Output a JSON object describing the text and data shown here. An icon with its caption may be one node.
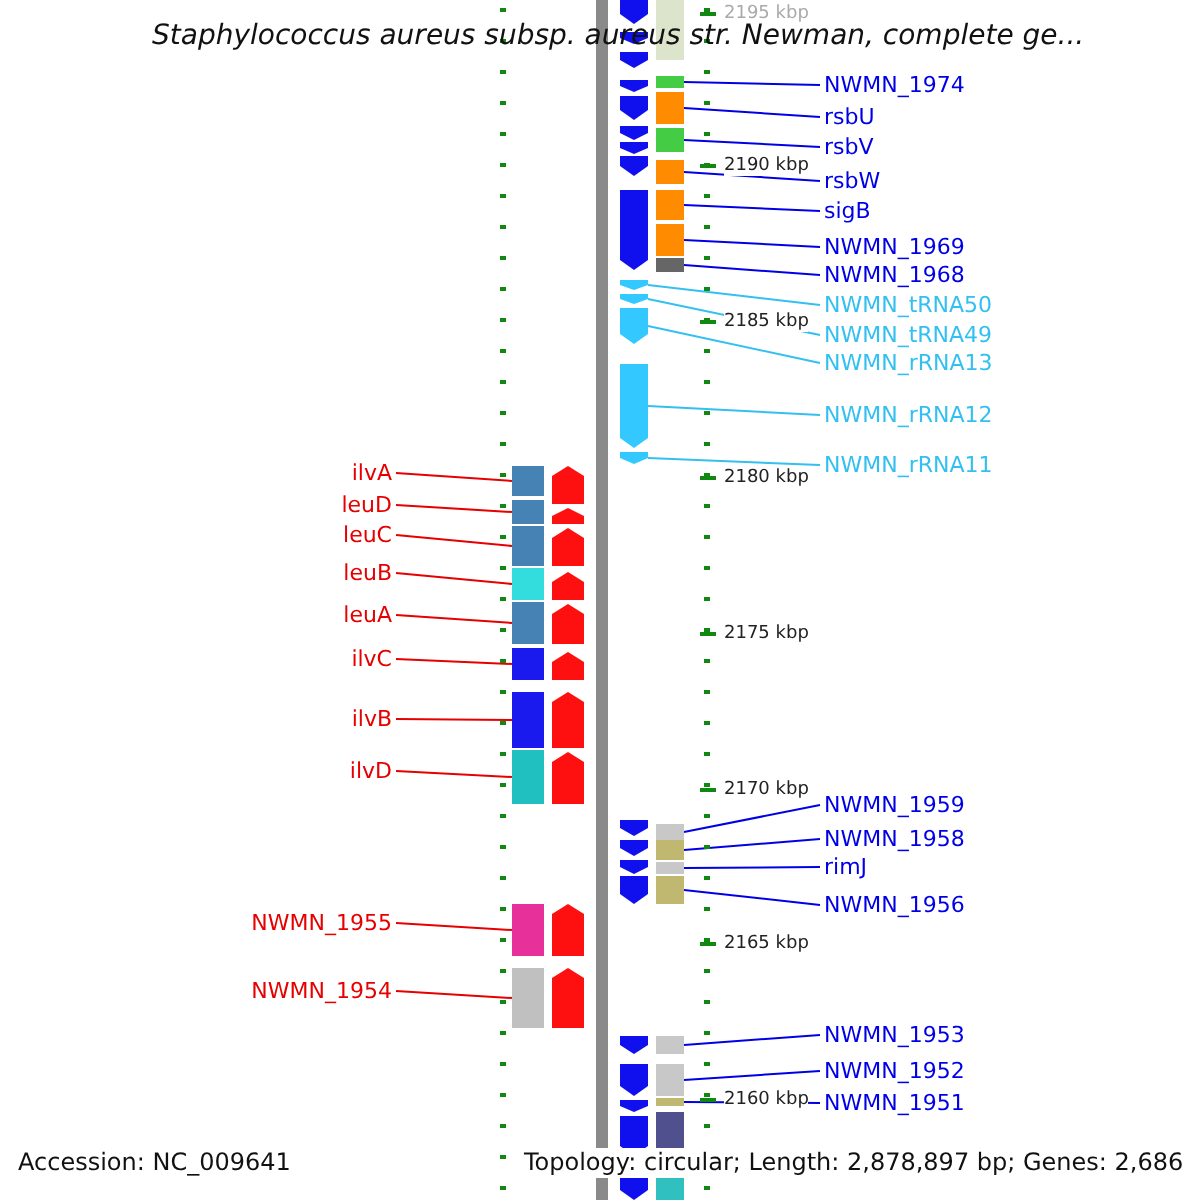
{
  "diagram": {
    "title": "Staphylococcus aureus subsp. aureus str. Newman, complete ge...",
    "nodes": [
      {
        "text": [
          "NWMN_1974"
        ]
      },
      {
        "text": [
          "rsbU"
        ]
      },
      {
        "text": [
          "rsbV"
        ]
      },
      {
        "text": [
          "rsbW"
        ]
      },
      {
        "text": [
          "sigB"
        ]
      },
      {
        "text": [
          "NWMN_1969"
        ]
      },
      {
        "text": [
          "NWMN_1968"
        ]
      },
      {
        "text": [
          "NWMN_tRNA50"
        ]
      },
      {
        "text": [
          "NWMN_tRNA49"
        ]
      },
      {
        "text": [
          "NWMN_rRNA13"
        ]
      },
      {
        "text": [
          "NWMN_rRNA12"
        ]
      },
      {
        "text": [
          "NWMN_rRNA11"
        ]
      },
      {
        "text": [
          "ilvA"
        ]
      },
      {
        "text": [
          "leuD"
        ]
      },
      {
        "text": [
          "leuC"
        ]
      },
      {
        "text": [
          "leuB"
        ]
      },
      {
        "text": [
          "leuA"
        ]
      },
      {
        "text": [
          "ilvC"
        ]
      },
      {
        "text": [
          "ilvB"
        ]
      },
      {
        "text": [
          "ilvD"
        ]
      },
      {
        "text": [
          "NWMN_1959"
        ]
      },
      {
        "text": [
          "NWMN_1958"
        ]
      },
      {
        "text": [
          "rimJ"
        ]
      },
      {
        "text": [
          "NWMN_1956"
        ]
      },
      {
        "text": [
          "NWMN_1955"
        ]
      },
      {
        "text": [
          "NWMN_1954"
        ]
      },
      {
        "text": [
          "NWMN_1953"
        ]
      },
      {
        "text": [
          "NWMN_1952"
        ]
      },
      {
        "text": [
          "NWMN_1951"
        ]
      },
      {
        "text": [],
        "shape": "box"
      },
      {
        "text": [],
        "shape": "box"
      },
      {
        "text": [],
        "shape": "box"
      },
      {
        "text": [],
        "shape": "box"
      },
      {
        "text": [],
        "shape": "box"
      },
      {
        "text": [],
        "shape": "box"
      },
      {
        "text": [],
        "shape": "box"
      },
      {
        "text": [],
        "shape": "box"
      },
      {
        "text": [],
        "shape": "box"
      },
      {
        "text": [],
        "shape": "box"
      },
      {
        "text": [],
        "shape": "box"
      },
      {
        "text": [],
        "shape": "box"
      },
      {
        "text": [],
        "shape": "box"
      },
      {
        "text": [],
        "shape": "box"
      },
      {
        "text": [],
        "shape": "box"
      },
      {
        "text": [],
        "shape": "box"
      },
      {
        "text": [],
        "shape": "box"
      },
      {
        "text": [],
        "shape": "box"
      },
      {
        "text": [],
        "shape": "box"
      },
      {
        "text": [],
        "shape": "box"
      },
      {
        "text": [],
        "shape": "box"
      },
      {
        "text": [],
        "shape": "box"
      },
      {
        "text": [],
        "shape": "box"
      },
      {
        "text": [],
        "shape": "box"
      },
      {
        "text": [],
        "shape": "box"
      },
      {
        "text": [],
        "shape": "box"
      },
      {
        "text": [],
        "shape": "box"
      },
      {
        "text": [],
        "shape": "box"
      },
      {
        "text": [],
        "shape": "box"
      }
    ],
    "edges": [
      {
        "from": 0,
        "to": 29,
        "arrow": "none"
      },
      {
        "from": 1,
        "to": 30,
        "arrow": "none"
      },
      {
        "from": 2,
        "to": 31,
        "arrow": "none"
      },
      {
        "from": 3,
        "to": 32,
        "arrow": "none"
      },
      {
        "from": 4,
        "to": 33,
        "arrow": "none"
      },
      {
        "from": 5,
        "to": 34,
        "arrow": "none"
      },
      {
        "from": 6,
        "to": 35,
        "arrow": "none"
      },
      {
        "from": 7,
        "to": 36,
        "arrow": "none",
        "color": "#33c0f0"
      },
      {
        "from": 8,
        "to": 37,
        "arrow": "none",
        "color": "#33c0f0"
      },
      {
        "from": 9,
        "to": 38,
        "arrow": "none",
        "color": "#33c0f0"
      },
      {
        "from": 10,
        "to": 39,
        "arrow": "none",
        "color": "#33c0f0"
      },
      {
        "from": 11,
        "to": 40,
        "arrow": "none",
        "color": "#33c0f0"
      },
      {
        "from": 12,
        "to": 41,
        "arrow": "none",
        "color": "#e60000"
      },
      {
        "from": 13,
        "to": 42,
        "arrow": "none",
        "color": "#e60000"
      },
      {
        "from": 14,
        "to": 43,
        "arrow": "none",
        "color": "#e60000"
      },
      {
        "from": 15,
        "to": 44,
        "arrow": "none",
        "color": "#e60000"
      },
      {
        "from": 16,
        "to": 45,
        "arrow": "none",
        "color": "#e60000"
      },
      {
        "from": 17,
        "to": 46,
        "arrow": "none",
        "color": "#e60000"
      },
      {
        "from": 18,
        "to": 47,
        "arrow": "none",
        "color": "#e60000"
      },
      {
        "from": 19,
        "to": 48,
        "arrow": "none",
        "color": "#e60000"
      },
      {
        "from": 20,
        "to": 49,
        "arrow": "none"
      },
      {
        "from": 21,
        "to": 50,
        "arrow": "none"
      },
      {
        "from": 22,
        "to": 51,
        "arrow": "none"
      },
      {
        "from": 23,
        "to": 52,
        "arrow": "none"
      },
      {
        "from": 24,
        "to": 53,
        "arrow": "none",
        "color": "#e60000"
      },
      {
        "from": 25,
        "to": 54,
        "arrow": "none",
        "color": "#e60000"
      },
      {
        "from": 26,
        "to": 55,
        "arrow": "none"
      },
      {
        "from": 27,
        "to": 56,
        "arrow": "none"
      },
      {
        "from": 28,
        "to": 57,
        "arrow": "none"
      }
    ],
    "labels": [
      "2195 kbp",
      "2190 kbp",
      "2185 kbp",
      "2180 kbp",
      "2175 kbp",
      "2170 kbp",
      "2165 kbp",
      "2160 kbp",
      "Accession: NC_009641",
      "Topology: circular; Length: 2,878,897 bp; Genes: 2,686"
    ]
  }
}
